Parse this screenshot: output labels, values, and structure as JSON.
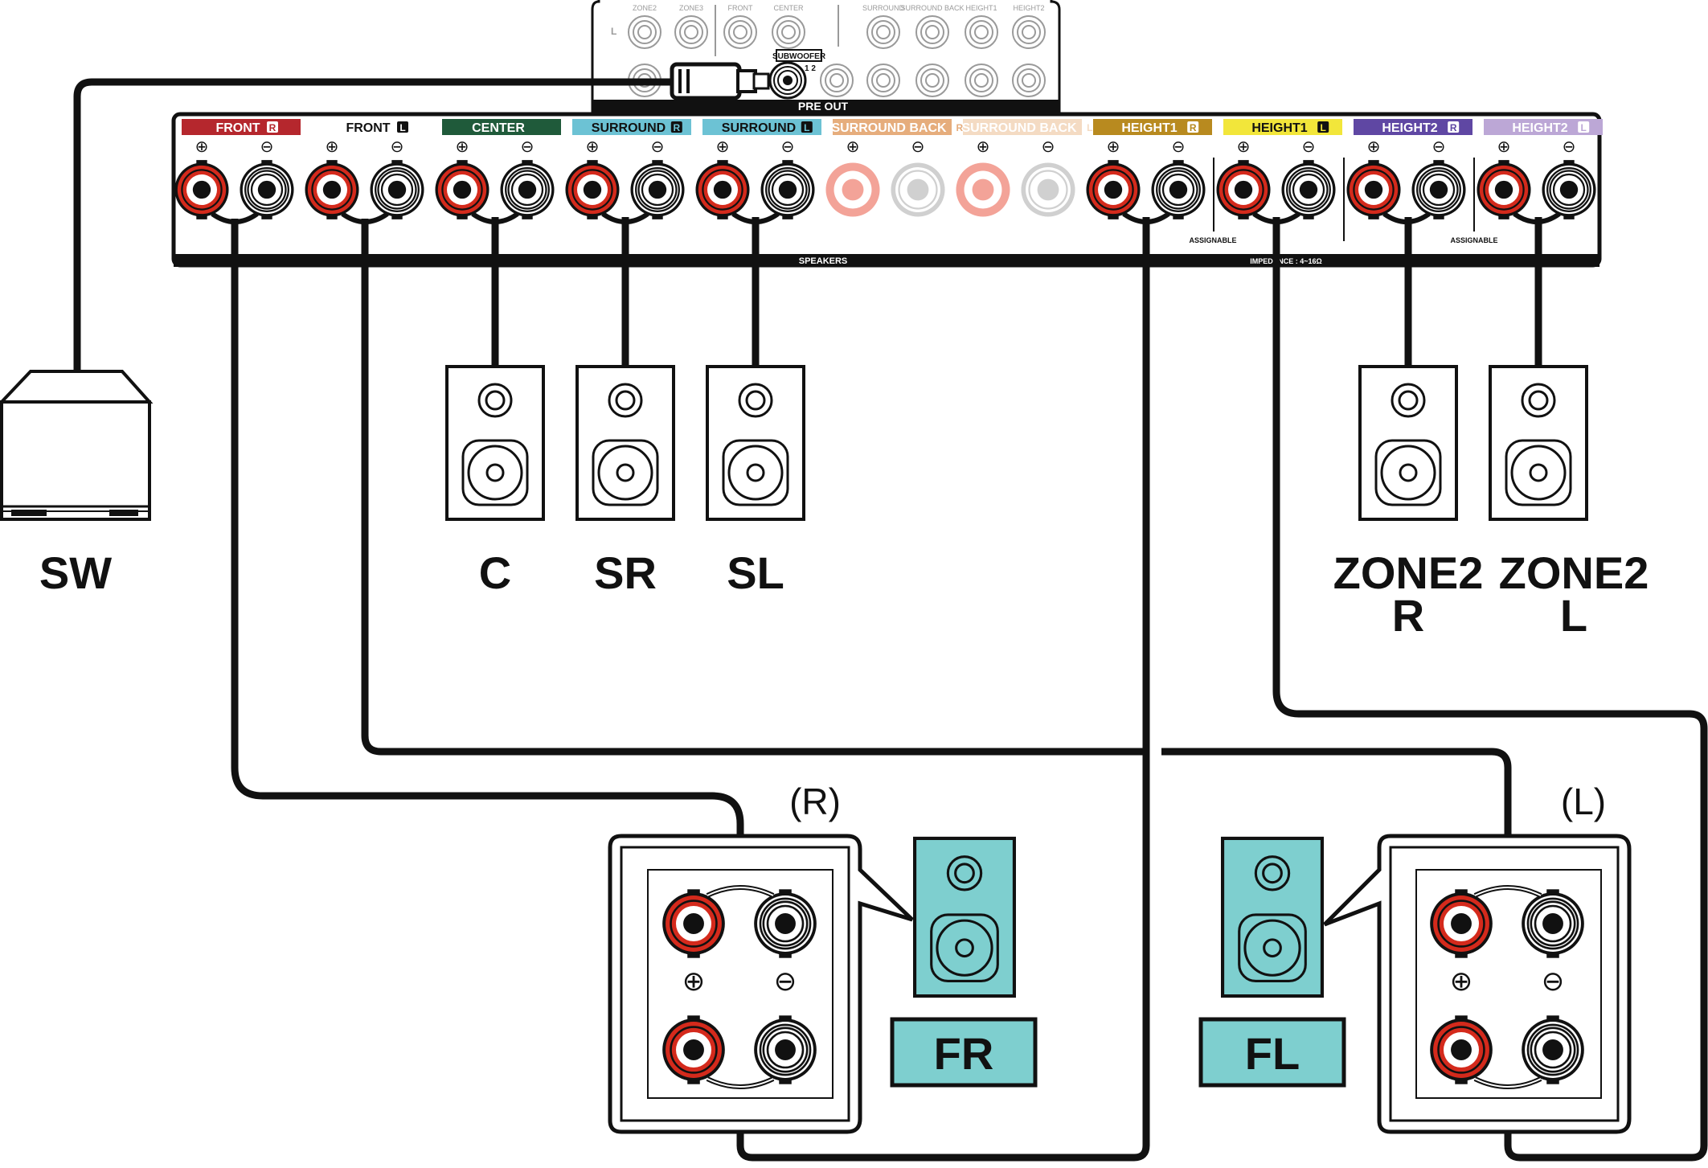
{
  "colors": {
    "front_r": "#b5272d",
    "front_l": "#ffffff",
    "center": "#1f5a3a",
    "surround_r": "#6cc2d4",
    "surround_l": "#6cc2d4",
    "surround_back_r": "#e6ad7c",
    "surround_back_l": "#f4dbc3",
    "height1_r": "#b88a1f",
    "height1_l": "#f2e63a",
    "height2_r": "#5f47a3",
    "height2_l": "#bca7d6",
    "terminal_red": "#d42a1c",
    "speaker_teal": "#7ecfcf"
  },
  "pre_out": {
    "label": "PRE OUT",
    "subwoofer_label": "SUBWOOFER",
    "sub_numbers": "1  2",
    "left_mark": "L",
    "top_labels": [
      "ZONE2",
      "ZONE3",
      "FRONT",
      "CENTER",
      "SURROUND",
      "SURROUND BACK",
      "HEIGHT1",
      "HEIGHT2"
    ]
  },
  "speakers_panel": {
    "channels": [
      {
        "name": "FRONT",
        "side": "R",
        "active": true
      },
      {
        "name": "FRONT",
        "side": "L",
        "active": true
      },
      {
        "name": "CENTER",
        "side": "",
        "active": true
      },
      {
        "name": "SURROUND",
        "side": "R",
        "active": true
      },
      {
        "name": "SURROUND",
        "side": "L",
        "active": true
      },
      {
        "name": "SURROUND BACK",
        "side": "R",
        "active": false
      },
      {
        "name": "SURROUND BACK",
        "side": "L",
        "active": false
      },
      {
        "name": "HEIGHT1",
        "side": "R",
        "active": true
      },
      {
        "name": "HEIGHT1",
        "side": "L",
        "active": true
      },
      {
        "name": "HEIGHT2",
        "side": "R",
        "active": true
      },
      {
        "name": "HEIGHT2",
        "side": "L",
        "active": true
      }
    ],
    "plus_sign": "⊕",
    "minus_sign": "⊖",
    "speakers_label": "SPEAKERS",
    "assignable_label": "ASSIGNABLE",
    "impedance_label": "IMPEDANCE : 4~16Ω"
  },
  "labels": {
    "sw": "SW",
    "c": "C",
    "sr": "SR",
    "sl": "SL",
    "zone2_r_top": "ZONE2",
    "zone2_r_bottom": "R",
    "zone2_l_top": "ZONE2",
    "zone2_l_bottom": "L",
    "fr": "FR",
    "fl": "FL",
    "right_paren": "(R)",
    "left_paren": "(L)",
    "plus": "⊕",
    "minus": "⊖"
  }
}
